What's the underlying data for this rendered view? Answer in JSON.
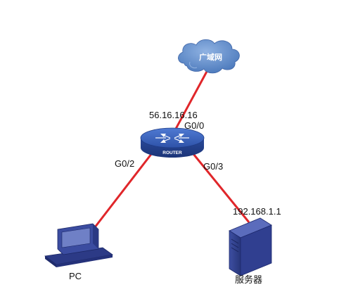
{
  "cloud": {
    "label": "广域网"
  },
  "router": {
    "badge": "ROUTER",
    "wan_ip": "56.16.16.16",
    "wan_port": "G0/0",
    "pc_port": "G0/2",
    "server_port": "G0/3"
  },
  "pc": {
    "label": "PC"
  },
  "server": {
    "label": "服务器",
    "ip": "192.168.1.1"
  },
  "colors": {
    "link": "#e0262a",
    "router_blue": "#2f56b0",
    "cloud_blue": "#5a86c4",
    "device_blue": "#3a4c9c"
  }
}
